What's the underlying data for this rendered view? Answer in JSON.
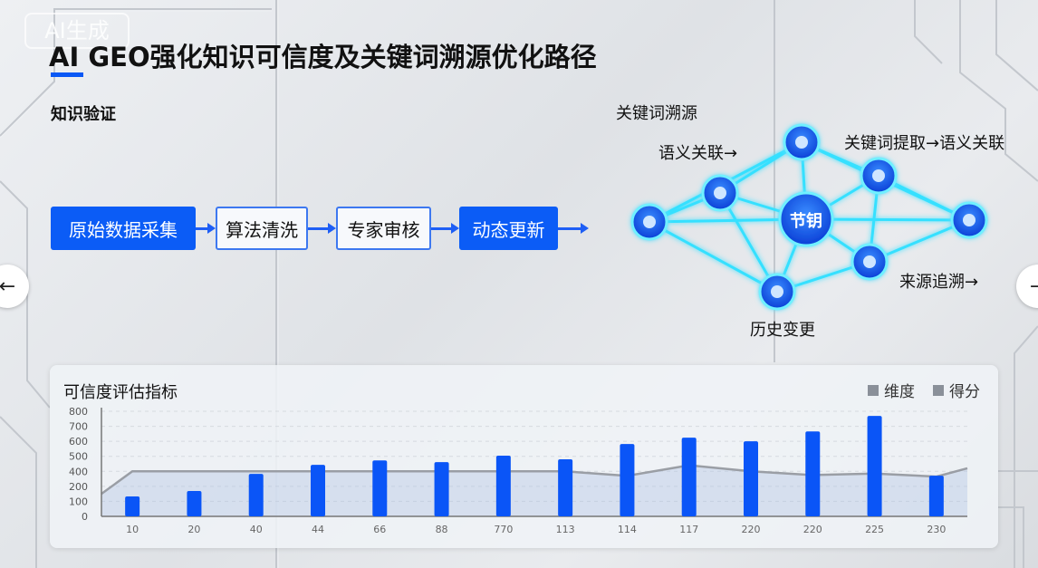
{
  "watermark": "AI生成",
  "title": "AI GEO强化知识可信度及关键词溯源优化路径",
  "knowledge_verification": {
    "heading": "知识验证",
    "steps": [
      "原始数据采集",
      "算法清洗",
      "专家审核",
      "动态更新"
    ]
  },
  "keyword_trace": {
    "heading": "关键词溯源",
    "center_node": "节钥",
    "labels": {
      "semantic": "语义关联→",
      "extract": "关键词提取→语义关联",
      "source": "来源追溯→",
      "history": "历史变更"
    }
  },
  "nav": {
    "prev": "←",
    "next": "→"
  },
  "colors": {
    "accent": "#0b5cf6",
    "glow": "#35e0ff",
    "line": "#9a9ea5"
  },
  "chart_data": {
    "type": "bar",
    "title": "可信度评估指标",
    "legend": [
      "维度",
      "得分"
    ],
    "legend_position": "top-right",
    "y_ticks": [
      0,
      100,
      200,
      400,
      500,
      600,
      700,
      800
    ],
    "ylim": [
      0,
      800
    ],
    "categories": [
      "10",
      "20",
      "40",
      "44",
      "66",
      "88",
      "770",
      "113",
      "114",
      "117",
      "220",
      "220",
      "225",
      "230"
    ],
    "series": [
      {
        "name": "维度",
        "type": "bar",
        "values": [
          133,
          169,
          366,
          443,
          473,
          461,
          504,
          480,
          582,
          624,
          600,
          666,
          769,
          342
        ]
      },
      {
        "name": "得分",
        "type": "area",
        "values": [
          400,
          400,
          400,
          400,
          400,
          400,
          400,
          400,
          340,
          440,
          400,
          350,
          370,
          330
        ]
      }
    ],
    "line_start": 150,
    "line_end": 420
  }
}
